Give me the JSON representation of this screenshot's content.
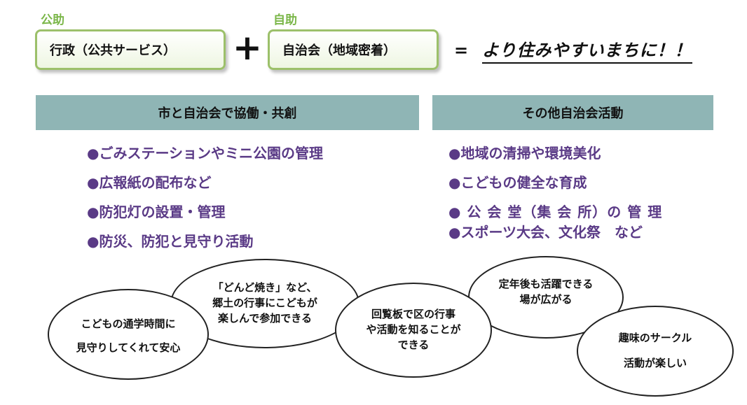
{
  "top": {
    "public_label": "公助",
    "public_box": "行政（公共サービス）",
    "plus": "+",
    "self_label": "自助",
    "self_box": "自治会（地域密着）",
    "equals": "=",
    "slogan": "より住みやすいまちに！！"
  },
  "left_section": {
    "header": "市と自治会で協働・共創",
    "items": [
      "●ごみステーションやミニ公園の管理",
      "●広報紙の配布など",
      "●防犯灯の設置・管理",
      "●防災、防犯と見守り活動"
    ]
  },
  "right_section": {
    "header": "その他自治会活動",
    "items": [
      "●地域の清掃や環境美化",
      "●こどもの健全な育成",
      "● 公 会 堂（集 会 所）の 管 理",
      "●スポーツ大会、文化祭　など"
    ]
  },
  "bubbles": [
    {
      "lines": [
        "こどもの通学時間に",
        "",
        "見守りしてくれて安心"
      ]
    },
    {
      "lines": [
        "「どんど焼き」など、",
        "郷土の行事にこどもが",
        "楽しんで参加できる"
      ]
    },
    {
      "lines": [
        "回覧板で区の行事",
        "や活動を知ることが",
        "できる"
      ]
    },
    {
      "lines": [
        "定年後も活躍できる",
        "場が広がる"
      ]
    },
    {
      "lines": [
        "趣味のサークル",
        "",
        "活動が楽しい"
      ]
    }
  ]
}
